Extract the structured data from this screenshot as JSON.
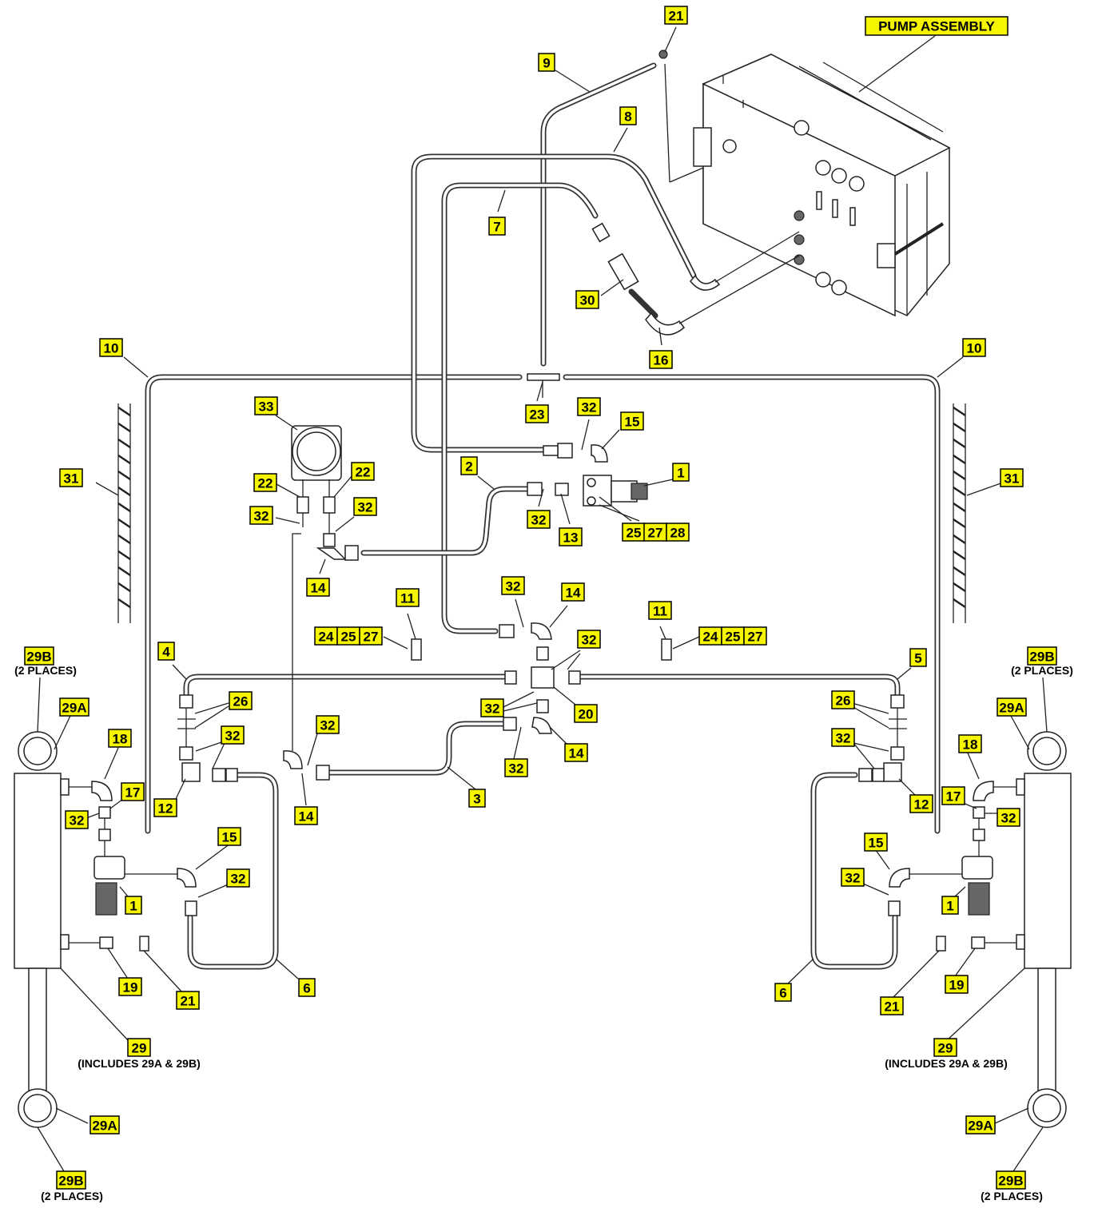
{
  "title": "PUMP ASSEMBLY",
  "notes": {
    "two_places": "(2 PLACES)",
    "includes": "(INCLUDES 29A & 29B)"
  },
  "callouts": [
    "1",
    "2",
    "3",
    "4",
    "5",
    "6",
    "7",
    "8",
    "9",
    "10",
    "11",
    "12",
    "13",
    "14",
    "15",
    "16",
    "17",
    "18",
    "19",
    "20",
    "21",
    "22",
    "23",
    "24",
    "25",
    "26",
    "27",
    "28",
    "29",
    "29A",
    "29B",
    "30",
    "31",
    "32",
    "33"
  ]
}
